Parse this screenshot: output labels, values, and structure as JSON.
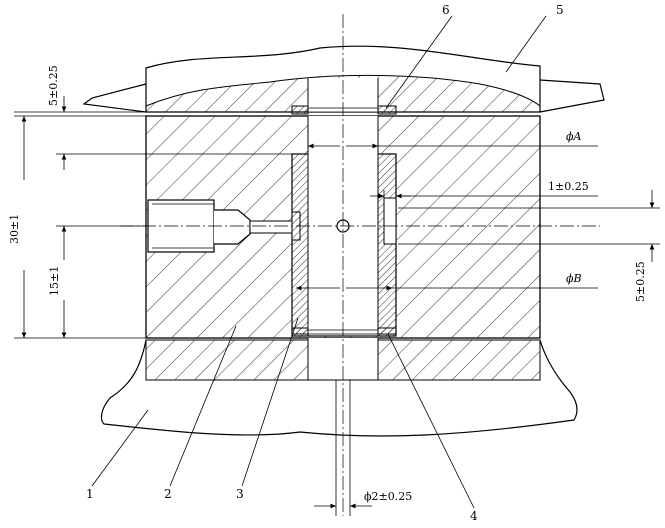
{
  "part_numbers": {
    "p1": "1",
    "p2": "2",
    "p3": "3",
    "p4": "4",
    "p5": "5",
    "p6": "6"
  },
  "dimensions": {
    "top_offset": "5±0.25",
    "total_height": "30±1",
    "mid_height": "15±1",
    "phi_a": "ϕA",
    "phi_b": "ϕB",
    "slot_width": "1±0.25",
    "slot_offset": "5±0.25",
    "hole_diameter": "ϕ2±0.25"
  },
  "colors": {
    "line": "#000000",
    "background": "#ffffff"
  }
}
